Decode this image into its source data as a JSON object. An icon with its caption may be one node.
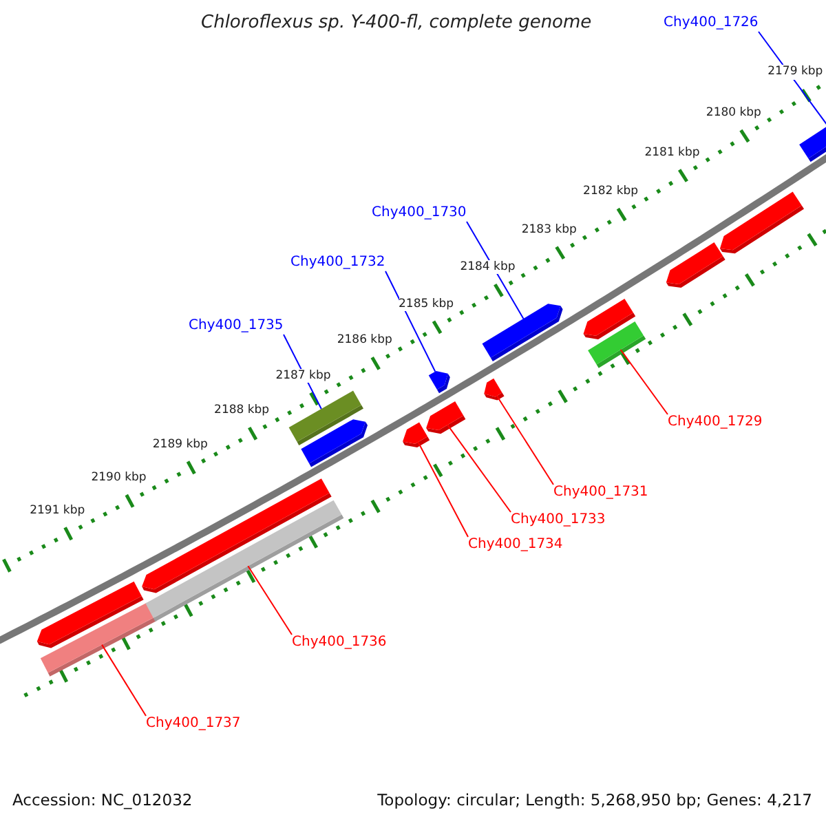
{
  "diagram": {
    "title": "Chloroflexus sp. Y-400-fl, complete genome",
    "nodes": [
      {
        "text": [
          "Chy400_1726"
        ]
      },
      {
        "text": [
          "Chy400_1730"
        ]
      },
      {
        "text": [
          "Chy400_1732"
        ]
      },
      {
        "text": [
          "Chy400_1735"
        ]
      },
      {
        "text": [
          "Chy400_1729"
        ]
      },
      {
        "text": [
          "Chy400_1731"
        ]
      },
      {
        "text": [
          "Chy400_1733"
        ]
      },
      {
        "text": [
          "Chy400_1734"
        ]
      },
      {
        "text": [
          "Chy400_1736"
        ]
      },
      {
        "text": [
          "Chy400_1737"
        ]
      },
      {
        "text": [],
        "shape": "bar"
      },
      {
        "text": [],
        "shape": "bar"
      },
      {
        "text": [],
        "shape": "bar"
      },
      {
        "text": [],
        "shape": "pentagon"
      },
      {
        "text": [],
        "shape": "pentagon"
      },
      {
        "text": [],
        "shape": "pentagon"
      },
      {
        "text": [],
        "shape": "pentagon"
      },
      {
        "text": [],
        "shape": "pentagon"
      },
      {
        "text": [],
        "shape": "bar"
      },
      {
        "text": [],
        "shape": "pentagon"
      }
    ],
    "edges": [
      {
        "from": 0,
        "to": 19,
        "arrow": "none",
        "color": "#0000ff"
      },
      {
        "from": 1,
        "to": 17,
        "arrow": "none",
        "color": "#0000ff"
      },
      {
        "from": 2,
        "to": 15,
        "arrow": "none",
        "color": "#0000ff"
      },
      {
        "from": 3,
        "to": 12,
        "arrow": "none",
        "color": "#0000ff"
      },
      {
        "from": 4,
        "to": 18,
        "arrow": "none"
      },
      {
        "from": 5,
        "to": 16,
        "arrow": "none"
      },
      {
        "from": 6,
        "to": 14,
        "arrow": "none"
      },
      {
        "from": 7,
        "to": 13,
        "arrow": "none"
      },
      {
        "from": 8,
        "to": 11,
        "arrow": "none"
      },
      {
        "from": 9,
        "to": 10,
        "arrow": "none"
      }
    ],
    "labels": [
      "2179 kbp",
      "2180 kbp",
      "2181 kbp",
      "2182 kbp",
      "2183 kbp",
      "2184 kbp",
      "2185 kbp",
      "2186 kbp",
      "2187 kbp",
      "2188 kbp",
      "2189 kbp",
      "2190 kbp",
      "2191 kbp",
      "Accession: NC_012032",
      "Topology: circular; Length: 5,268,950 bp; Genes: 4,217"
    ]
  }
}
